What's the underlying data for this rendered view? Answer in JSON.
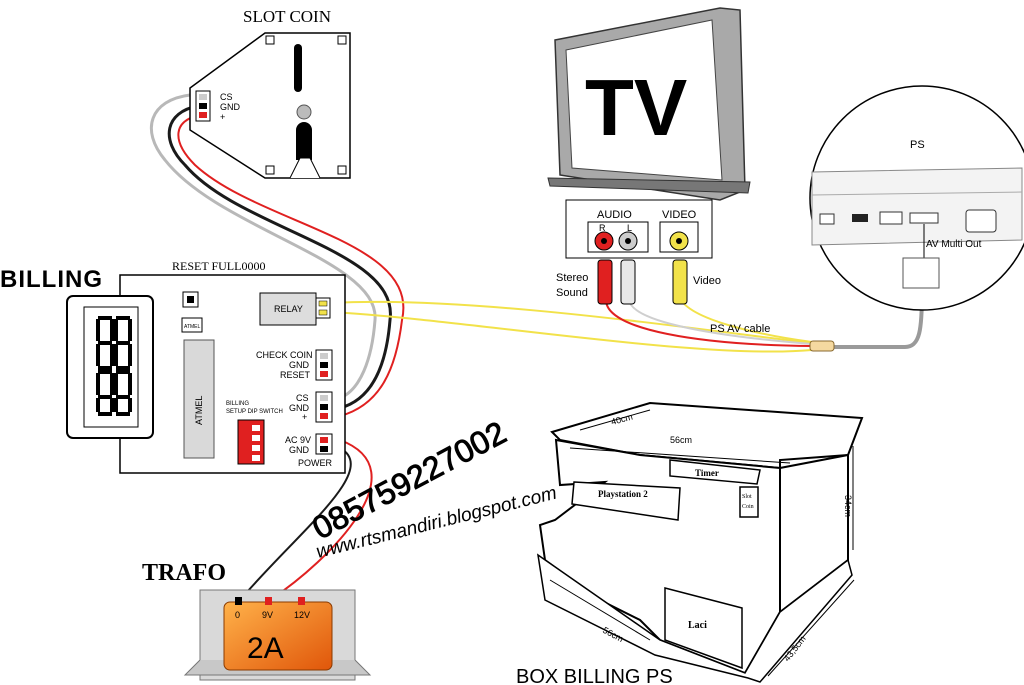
{
  "slot_coin": {
    "title": "SLOT COIN",
    "pins": [
      "CS",
      "GND",
      "+"
    ]
  },
  "billing": {
    "title": "BILLING",
    "reset_label": "RESET FULL",
    "reset_digits": "0000",
    "chip_small": "ATMEL",
    "chip_large": "ATMEL",
    "relay": "RELAY",
    "check_coin": [
      "CHECK COIN",
      "GND",
      "RESET"
    ],
    "coin_port": [
      "CS",
      "GND",
      "+"
    ],
    "dip_label_1": "BILLING",
    "dip_label_2": "SETUP DIP SWITCH",
    "power_ac": "AC 9V",
    "power_gnd": "GND",
    "power": "POWER"
  },
  "tv": {
    "screen_text": "TV",
    "audio": "AUDIO",
    "video": "VIDEO",
    "r": "R",
    "l": "L",
    "stereo": "Stereo",
    "sound": "Sound",
    "video_plug": "Video"
  },
  "ps": {
    "title": "PS",
    "av_multi_out": "AV Multi Out",
    "av_cable": "PS   AV cable"
  },
  "trafo": {
    "title": "TRAFO",
    "terminals": [
      "0",
      "9V",
      "12V"
    ],
    "rating": "2A"
  },
  "watermark": {
    "phone": "085759227002",
    "site": "www.rtsmandiri.blogspot.com"
  },
  "box": {
    "title": "BOX BILLING PS",
    "dim_top_depth": "40cm",
    "dim_top_width": "56cm",
    "dim_height": "34cm",
    "dim_bottom_width": "56cm",
    "dim_bottom_depth": "43,5cm",
    "timer": "Timer",
    "playstation": "Playstation 2",
    "slot_coin_1": "Slot",
    "slot_coin_2": "Coin",
    "drawer": "Laci"
  },
  "colors": {
    "red_wire": "#e02020",
    "yellow_wire": "#f2e24a",
    "grey_cable": "#9a9a9a",
    "trafo_orange": "#f08a1a"
  }
}
